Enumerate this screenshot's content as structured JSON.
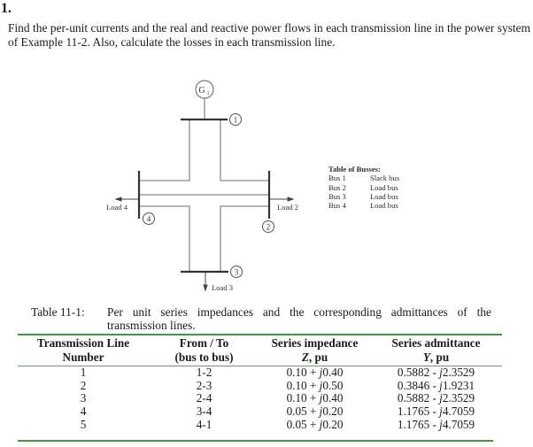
{
  "problem": {
    "number": "1.",
    "text": "Find the per-unit currents and the real and reactive power flows in each transmission line in the power system of Example 11-2.  Also, calculate the losses in each transmission line."
  },
  "diagram": {
    "generator_label": "G",
    "generator_subscript": "1",
    "buses": [
      {
        "id": "1",
        "label": "1"
      },
      {
        "id": "2",
        "label": "2"
      },
      {
        "id": "3",
        "label": "3"
      },
      {
        "id": "4",
        "label": "4"
      }
    ],
    "loads": {
      "load2": "Load 2",
      "load3": "Load 3",
      "load4": "Load 4"
    },
    "line_color": "#8a8a8a",
    "bus_color": "#333333"
  },
  "bus_table": {
    "title": "Table of Busses:",
    "rows": [
      {
        "bus": "Bus 1",
        "type": "Slack bus"
      },
      {
        "bus": "Bus 2",
        "type": "Load bus"
      },
      {
        "bus": "Bus 3",
        "type": "Load bus"
      },
      {
        "bus": "Bus 4",
        "type": "Load bus"
      }
    ]
  },
  "table": {
    "caption_label": "Table 11-1:",
    "caption_text": "Per unit series impedances and the corresponding admittances of the transmission lines.",
    "rule_color": "#3f9a3f",
    "headers": [
      {
        "line1": "Transmission Line",
        "line2": "Number"
      },
      {
        "line1": "From / To",
        "line2": "(bus to bus)"
      },
      {
        "line1": "Series impedance",
        "line2_var": "Z",
        "line2_rest": ", pu"
      },
      {
        "line1": "Series admittance",
        "line2_var": "Y",
        "line2_rest": ", pu"
      }
    ],
    "rows": [
      {
        "number": "1",
        "from_to": "1-2",
        "z_re": "0.10 + ",
        "z_j": "j",
        "z_im": "0.40",
        "y_re": "0.5882 - ",
        "y_j": "j",
        "y_im": "2.3529"
      },
      {
        "number": "2",
        "from_to": "2-3",
        "z_re": "0.10 + ",
        "z_j": "j",
        "z_im": "0.50",
        "y_re": "0.3846 - ",
        "y_j": "j",
        "y_im": "1.9231"
      },
      {
        "number": "3",
        "from_to": "2-4",
        "z_re": "0.10 + ",
        "z_j": "j",
        "z_im": "0.40",
        "y_re": "0.5882 - ",
        "y_j": "j",
        "y_im": "2.3529"
      },
      {
        "number": "4",
        "from_to": "3-4",
        "z_re": "0.05 + ",
        "z_j": "j",
        "z_im": "0.20",
        "y_re": "1.1765 - ",
        "y_j": "j",
        "y_im": "4.7059"
      },
      {
        "number": "5",
        "from_to": "4-1",
        "z_re": "0.05 + ",
        "z_j": "j",
        "z_im": "0.20",
        "y_re": "1.1765 - ",
        "y_j": "j",
        "y_im": "4.7059"
      }
    ]
  }
}
